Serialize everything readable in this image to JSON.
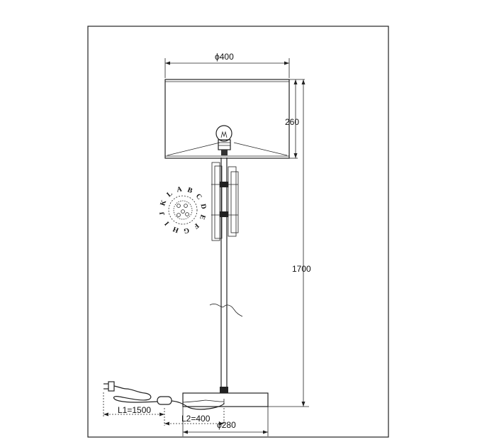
{
  "dimensions": {
    "shade_diameter": "ϕ400",
    "shade_height": "260",
    "total_height": "1700",
    "cable_length": "L1=1500",
    "switch_cable_length": "L2=400",
    "base_diameter": "ϕ280"
  },
  "dial_letters": [
    "A",
    "B",
    "C",
    "D",
    "E",
    "F",
    "G",
    "H",
    "I",
    "J",
    "K",
    "L"
  ],
  "colors": {
    "line": "#222222",
    "dimension": "#555555",
    "background": "#ffffff"
  }
}
